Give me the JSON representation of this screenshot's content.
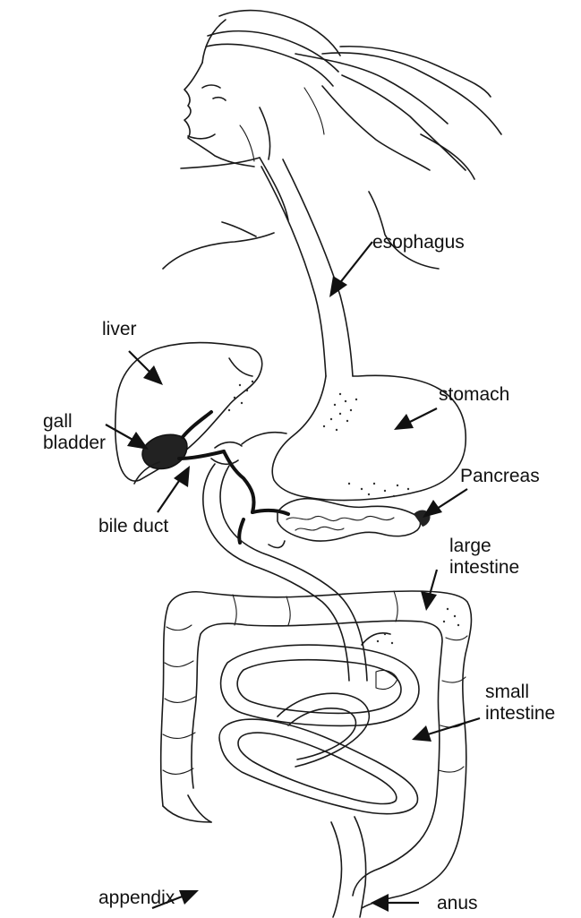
{
  "labels": {
    "esophagus": "esophagus",
    "liver": "liver",
    "stomach": "stomach",
    "gall_bladder_1": "gall",
    "gall_bladder_2": "bladder",
    "pancreas": "Pancreas",
    "bile_duct": "bile duct",
    "large_intestine_1": "large",
    "large_intestine_2": "intestine",
    "small_intestine_1": "small",
    "small_intestine_2": "intestine",
    "appendix": "appendix",
    "anus": "anus"
  },
  "colors": {
    "ink": "#1a1a1a",
    "background": "#ffffff"
  }
}
